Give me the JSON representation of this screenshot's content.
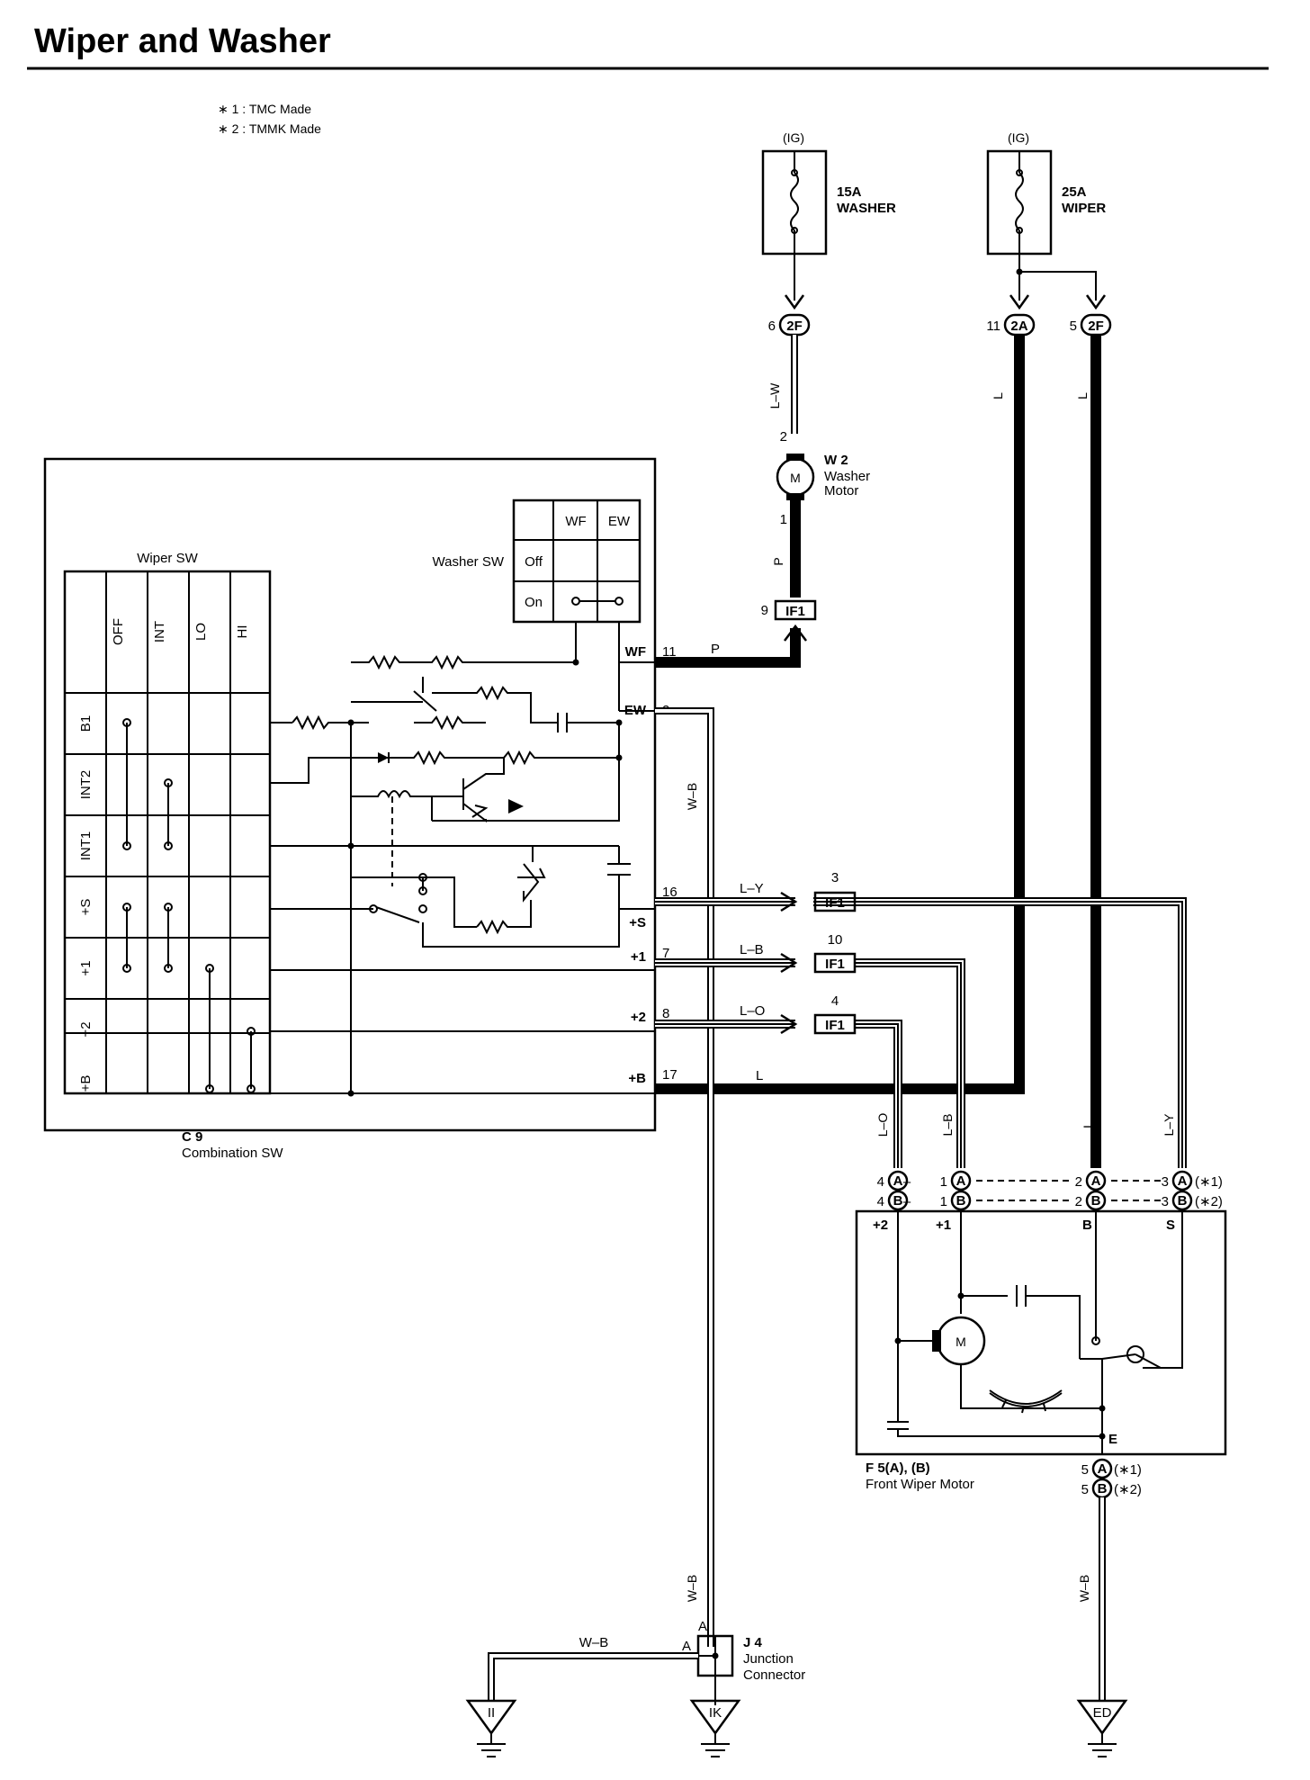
{
  "title": "Wiper and Washer",
  "notes": [
    "∗ 1 : TMC Made",
    "∗ 2 : TMMK Made"
  ],
  "fuses": [
    {
      "source": "(IG)",
      "rating": "15A",
      "name": "WASHER"
    },
    {
      "source": "(IG)",
      "rating": "25A",
      "name": "WIPER"
    }
  ],
  "connectors": {
    "washer_fuse_out": {
      "pin": "6",
      "id": "2F"
    },
    "wiper_fuse_out_a": {
      "pin": "11",
      "id": "2A"
    },
    "wiper_fuse_out_b": {
      "pin": "5",
      "id": "2F"
    },
    "if1": [
      {
        "pin": "9",
        "id": "IF1"
      },
      {
        "pin": "3",
        "id": "IF1"
      },
      {
        "pin": "10",
        "id": "IF1"
      },
      {
        "pin": "4",
        "id": "IF1"
      }
    ]
  },
  "washer_motor": {
    "code": "W 2",
    "name_line1": "Washer",
    "name_line2": "Motor",
    "symbol": "M",
    "pin_top": "2",
    "pin_bottom": "1"
  },
  "wire_colors": {
    "lw": "L–W",
    "p": "P",
    "l": "L",
    "wb": "W–B",
    "ly": "L–Y",
    "lb": "L–B",
    "lo": "L–O"
  },
  "combination_switch": {
    "code": "C 9",
    "name": "Combination SW",
    "wiper_sw_label": "Wiper SW",
    "wiper_columns": [
      "OFF",
      "INT",
      "LO",
      "HI"
    ],
    "wiper_rows": [
      "B1",
      "INT2",
      "INT1",
      "+S",
      "+1",
      "+2",
      "+B"
    ],
    "washer_sw_label": "Washer SW",
    "washer_columns": [
      "WF",
      "EW"
    ],
    "washer_rows": [
      "Off",
      "On"
    ],
    "terminals": [
      {
        "name": "WF",
        "pin": "11"
      },
      {
        "name": "EW",
        "pin": "2"
      },
      {
        "name": "+S",
        "pin": "16"
      },
      {
        "name": "+1",
        "pin": "7"
      },
      {
        "name": "+2",
        "pin": "8"
      },
      {
        "name": "+B",
        "pin": "17"
      }
    ]
  },
  "wiper_motor": {
    "code": "F 5(A), (B)",
    "name": "Front Wiper Motor",
    "terminals": [
      "+2",
      "+1",
      "B",
      "S",
      "E"
    ],
    "symbol": "M",
    "conn_a": "A",
    "conn_b": "B",
    "pins_row_a": [
      "4",
      "1",
      "2",
      "3"
    ],
    "pins_row_b": [
      "4",
      "1",
      "2",
      "3"
    ],
    "mark_a": "(∗1)",
    "mark_b": "(∗2)",
    "ground_pin": "5",
    "dash": "–"
  },
  "junction": {
    "code": "J 4",
    "name_line1": "Junction",
    "name_line2": "Connector",
    "pin": "A"
  },
  "grounds": [
    "II",
    "IK",
    "ED"
  ]
}
